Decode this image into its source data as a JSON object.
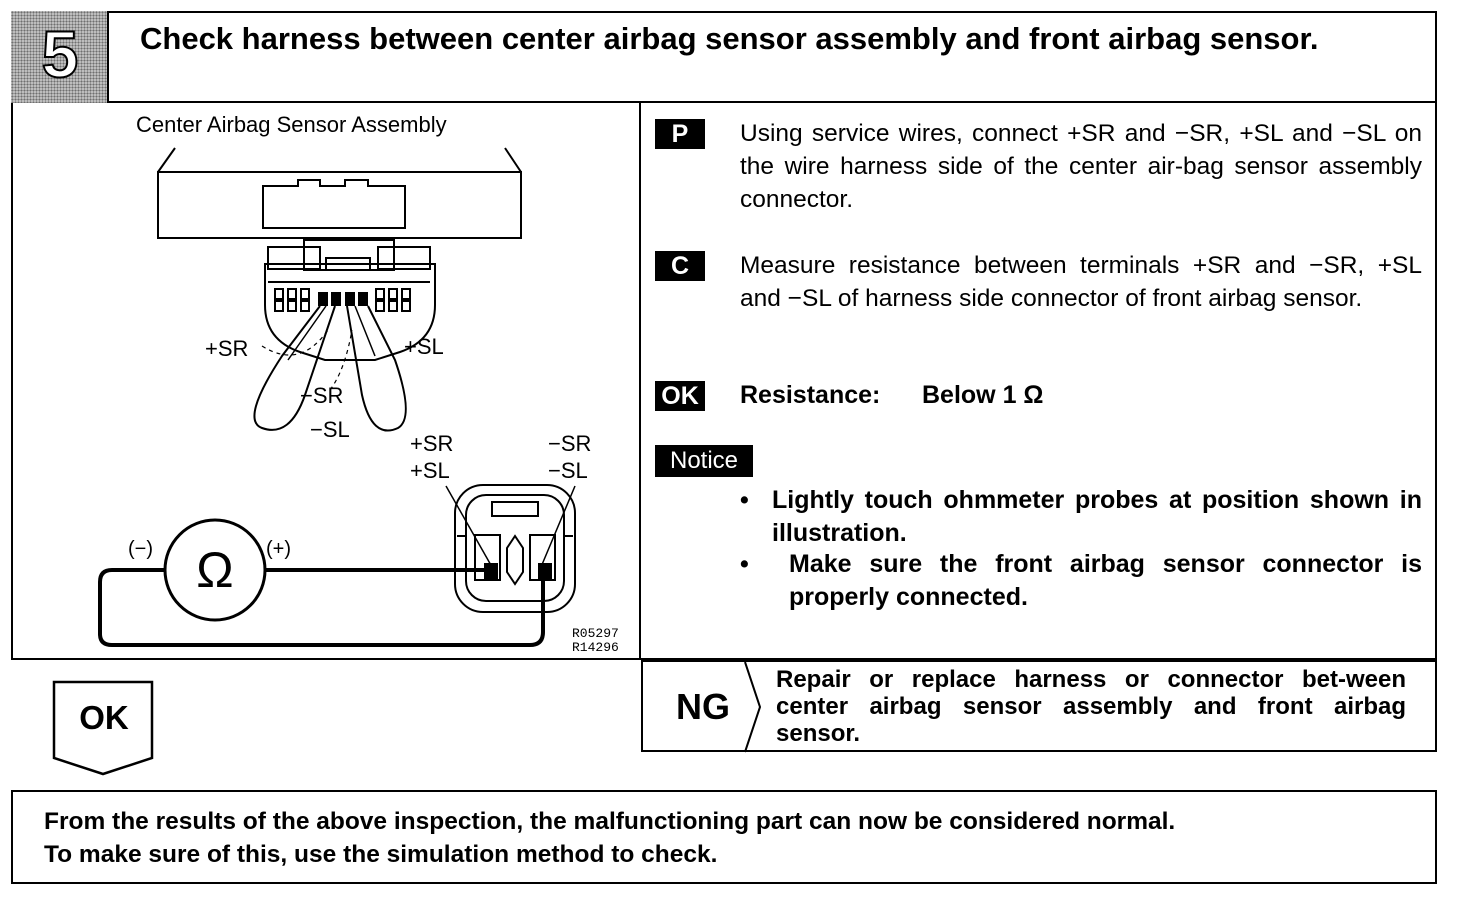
{
  "header": {
    "step_number": "5",
    "title": "Check harness between center airbag sensor assembly and front airbag sensor."
  },
  "diagram": {
    "assembly_label": "Center Airbag Sensor Assembly",
    "terminal_labels": {
      "plus_sr": "+SR",
      "plus_sl": "+SL",
      "minus_sr": "−SR",
      "minus_sl": "−SL"
    },
    "connector_labels": {
      "left_top": "+SR",
      "left_bottom": "+SL",
      "right_top": "−SR",
      "right_bottom": "−SL"
    },
    "meter": {
      "symbol": "Ω",
      "negative_label": "(−)",
      "positive_label": "(+)"
    },
    "figure_codes": [
      "R05297",
      "R14296"
    ]
  },
  "instructions": {
    "prepare": {
      "tag": "P",
      "text": "Using service wires, connect +SR and −SR, +SL and −SL on the wire harness side of the center air-bag sensor assembly connector."
    },
    "check": {
      "tag": "C",
      "text": "Measure resistance between terminals +SR and −SR, +SL and −SL of harness side connector of front airbag sensor."
    },
    "ok": {
      "tag": "OK",
      "label": "Resistance:",
      "value": "Below 1 Ω"
    },
    "notice": {
      "tag": "Notice",
      "bullets": [
        "Lightly touch ohmmeter probes at position shown in illustration.",
        "Make sure the front airbag sensor connector is properly connected."
      ]
    }
  },
  "results": {
    "ok_label": "OK",
    "ng_label": "NG",
    "ng_text": "Repair or replace harness or connector bet-ween center airbag sensor assembly and front airbag sensor."
  },
  "conclusion": {
    "lines": [
      "From the results of the above inspection, the malfunctioning part can now be considered normal.",
      "To make sure of this, use the simulation method to check."
    ]
  }
}
